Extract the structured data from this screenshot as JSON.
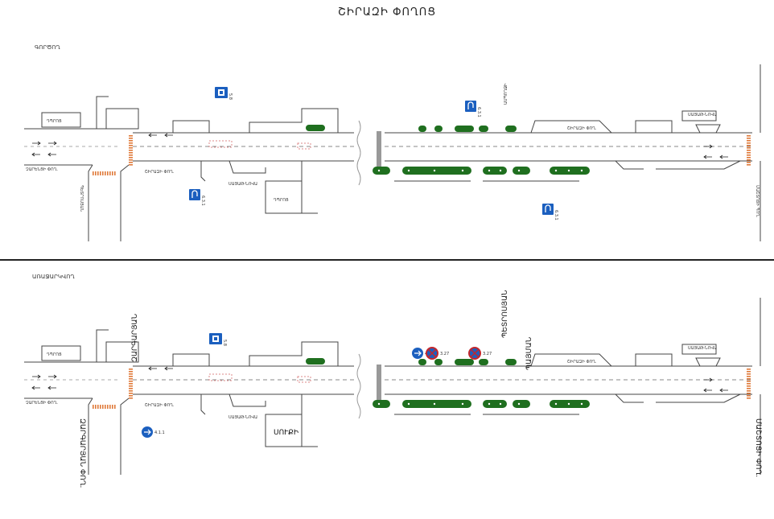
{
  "title": "ՇԻՐԱԶԻ ՓՈՂՈՑ",
  "panels": [
    {
      "caption": "ԳՈՐԾՈՂ",
      "building_label": "",
      "street_west": "ՉԱՐԵՆՑԻ ՓՈՂ.",
      "street_east": "ՍԱՅԱԹ-ՆՈՎԱ",
      "street_vertical_left": "ՊԵՏՐՈՍՅԱՆ",
      "street_vertical_right": "ՄԱՇՏՈՑԻ ՊՈՂ.",
      "shiraz_label": "ՇԻՐԱԶԻ ՓՈՂ.",
      "small_building": "ԴՊՐՈՑ",
      "extra_vertical": "ԱՄՊՈՂՋԻ",
      "extra_vertical_2": "",
      "sign_codes": [
        "5.8",
        "6.3.1",
        "6.3.1",
        "6.3.1"
      ]
    },
    {
      "caption": "ԱՌԱՋԱՐԿՎՈՂ",
      "building_label": "ՍՈՒՔԻ",
      "street_west": "ՉԱՐԵՆՑԻ ՓՈՂ.",
      "street_east": "ՍԱՅԱԹ-ՆՈՎԱ",
      "street_vertical_left": "ԶԱՐԳԱՐՅԱՆ ՓՈՂ.",
      "street_vertical_right": "ՄԱՇՏՈՑԻ ՓՈՂ.",
      "shiraz_label": "ՇԻՐԱԶԻ ՓՈՂ.",
      "small_building": "ԴՊՐՈՑ",
      "extra_vertical": "ՊԵՏՐՈՍՅԱՆ",
      "extra_vertical_2": "ՊԱՅՄԱՆ",
      "sign_codes": [
        "5.8",
        "4.1.1",
        "3.27",
        "3.27"
      ]
    }
  ],
  "colors": {
    "road_line": "#444444",
    "green_island": "#1f6f1f",
    "crosswalk": "#e07a3a",
    "sign_blue": "#1b5fbf",
    "sign_red": "#c2272d",
    "arch_stripe": "#999999"
  }
}
